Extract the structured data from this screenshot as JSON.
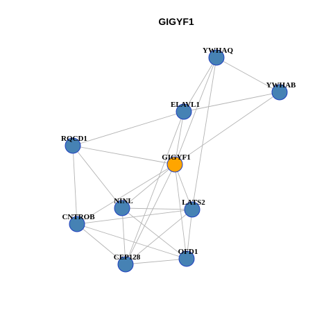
{
  "title": "GIGYF1",
  "colors": {
    "node_default": "#4682b4",
    "node_highlight": "#ffa500",
    "node_border": "#1f3fbf",
    "edge": "#b3b3b3"
  },
  "nodes": [
    {
      "id": "YWHAQ",
      "label": "YWHAQ",
      "highlight": false
    },
    {
      "id": "YWHAB",
      "label": "YWHAB",
      "highlight": false
    },
    {
      "id": "ELAVL1",
      "label": "ELAVL1",
      "highlight": false
    },
    {
      "id": "RQCD1",
      "label": "RQCD1",
      "highlight": false
    },
    {
      "id": "GIGYF1",
      "label": "GIGYF1",
      "highlight": true
    },
    {
      "id": "NINL",
      "label": "NINL",
      "highlight": false
    },
    {
      "id": "LATS2",
      "label": "LATS2",
      "highlight": false
    },
    {
      "id": "CNTROB",
      "label": "CNTROB",
      "highlight": false
    },
    {
      "id": "OFD1",
      "label": "OFD1",
      "highlight": false
    },
    {
      "id": "CEP128",
      "label": "CEP128",
      "highlight": false
    }
  ],
  "edges": [
    [
      "YWHAQ",
      "YWHAB"
    ],
    [
      "YWHAQ",
      "ELAVL1"
    ],
    [
      "YWHAQ",
      "GIGYF1"
    ],
    [
      "YWHAQ",
      "LATS2"
    ],
    [
      "YWHAB",
      "ELAVL1"
    ],
    [
      "YWHAB",
      "GIGYF1"
    ],
    [
      "ELAVL1",
      "RQCD1"
    ],
    [
      "ELAVL1",
      "GIGYF1"
    ],
    [
      "ELAVL1",
      "CEP128"
    ],
    [
      "RQCD1",
      "GIGYF1"
    ],
    [
      "RQCD1",
      "NINL"
    ],
    [
      "RQCD1",
      "CNTROB"
    ],
    [
      "GIGYF1",
      "NINL"
    ],
    [
      "GIGYF1",
      "LATS2"
    ],
    [
      "GIGYF1",
      "CNTROB"
    ],
    [
      "GIGYF1",
      "OFD1"
    ],
    [
      "GIGYF1",
      "CEP128"
    ],
    [
      "NINL",
      "LATS2"
    ],
    [
      "NINL",
      "OFD1"
    ],
    [
      "NINL",
      "CEP128"
    ],
    [
      "LATS2",
      "CNTROB"
    ],
    [
      "LATS2",
      "OFD1"
    ],
    [
      "LATS2",
      "CEP128"
    ],
    [
      "CNTROB",
      "OFD1"
    ],
    [
      "CNTROB",
      "CEP128"
    ],
    [
      "OFD1",
      "CEP128"
    ]
  ]
}
